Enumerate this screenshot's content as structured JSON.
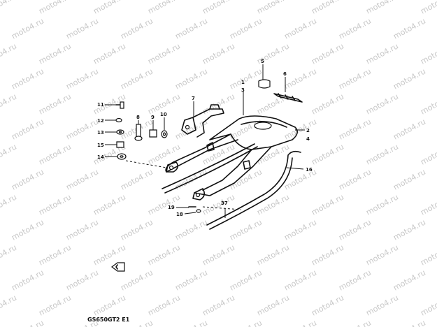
{
  "watermark": "moto4.ru",
  "diagram_code": "GS650GT2 E1",
  "callouts": {
    "c1": "1",
    "c3": "3",
    "c2": "2",
    "c4": "4",
    "c5": "5",
    "c6": "6",
    "c7": "7",
    "c8": "8",
    "c9": "9",
    "c10": "10",
    "c11": "11",
    "c12": "12",
    "c13": "13",
    "c14": "14",
    "c15": "15",
    "c16": "16",
    "c18": "18",
    "c19": "19",
    "c37": "37"
  }
}
